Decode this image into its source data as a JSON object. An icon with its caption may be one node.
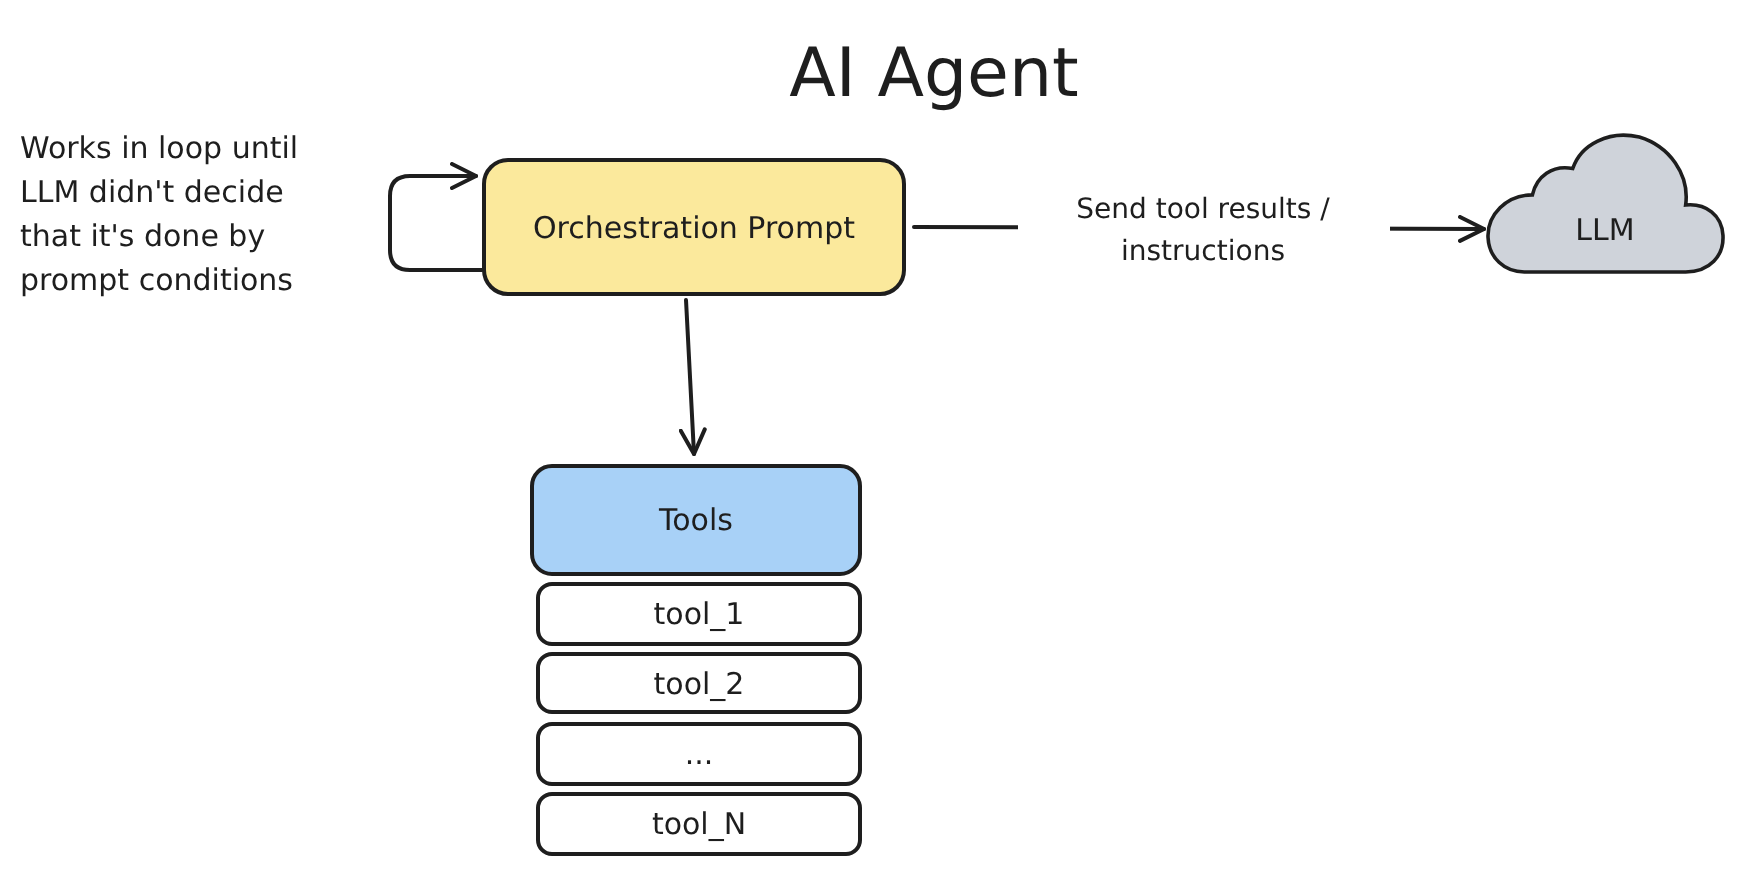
{
  "diagram": {
    "title": "AI Agent",
    "nodes": [
      {
        "text": [
          "Orchestration Prompt"
        ]
      },
      {
        "text": [
          "LLM"
        ]
      },
      {
        "text": [
          "Tools"
        ]
      },
      {
        "text": [
          "tool_1"
        ]
      },
      {
        "text": [
          "tool_2"
        ]
      },
      {
        "text": [
          "..."
        ]
      },
      {
        "text": [
          "tool_N"
        ]
      }
    ],
    "edges": [
      {
        "from": 0,
        "to": 0,
        "arrow": "to"
      },
      {
        "from": 0,
        "to": 1,
        "arrow": "to",
        "label": "Send tool results / instructions"
      },
      {
        "from": 0,
        "to": 2,
        "arrow": "to"
      }
    ],
    "labels": [
      "Works in loop until LLM didn't decide that it's done by prompt conditions"
    ]
  }
}
